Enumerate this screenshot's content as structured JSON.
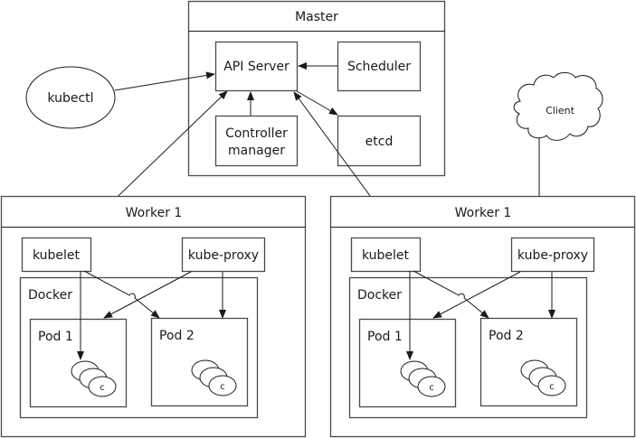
{
  "master": {
    "title": "Master",
    "components": {
      "api_server": "API Server",
      "scheduler": "Scheduler",
      "controller_manager_line1": "Controller",
      "controller_manager_line2": "manager",
      "etcd": "etcd"
    }
  },
  "external": {
    "kubectl": "kubectl",
    "client": "Client"
  },
  "workers": [
    {
      "title": "Worker 1",
      "kubelet": "kubelet",
      "kube_proxy": "kube-proxy",
      "runtime": "Docker",
      "pods": [
        {
          "label": "Pod 1",
          "container_label": "c"
        },
        {
          "label": "Pod 2",
          "container_label": "c"
        }
      ]
    },
    {
      "title": "Worker 1",
      "kubelet": "kubelet",
      "kube_proxy": "kube-proxy",
      "runtime": "Docker",
      "pods": [
        {
          "label": "Pod 1",
          "container_label": "c"
        },
        {
          "label": "Pod 2",
          "container_label": "c"
        }
      ]
    }
  ],
  "connections": [
    {
      "from": "kubectl",
      "to": "API Server",
      "arrow": "end"
    },
    {
      "from": "Scheduler",
      "to": "API Server",
      "arrow": "end"
    },
    {
      "from": "Controller manager",
      "to": "API Server",
      "arrow": "end"
    },
    {
      "from": "API Server",
      "to": "etcd",
      "arrow": "end"
    },
    {
      "from": "API Server",
      "to": "Worker 1 (left) kubelet",
      "arrow": "both"
    },
    {
      "from": "API Server",
      "to": "Worker 1 (right) kubelet",
      "arrow": "both"
    },
    {
      "from": "Client",
      "to": "Worker 1 (right) kube-proxy",
      "arrow": "end"
    },
    {
      "from": "kubelet",
      "to": "Pod 1 containers",
      "arrow": "end"
    },
    {
      "from": "kubelet",
      "to": "Pod 2",
      "arrow": "end"
    },
    {
      "from": "kube-proxy",
      "to": "Pod 1",
      "arrow": "end"
    },
    {
      "from": "kube-proxy",
      "to": "Pod 2",
      "arrow": "end"
    }
  ]
}
